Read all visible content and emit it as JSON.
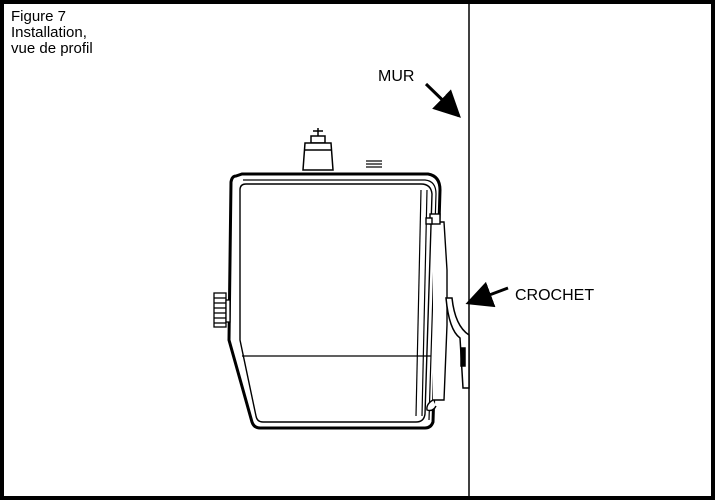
{
  "figure": {
    "title": "Figure 7",
    "caption_line1": "Installation,",
    "caption_line2": "vue de profil"
  },
  "labels": {
    "wall": "MUR",
    "hook": "CROCHET"
  }
}
